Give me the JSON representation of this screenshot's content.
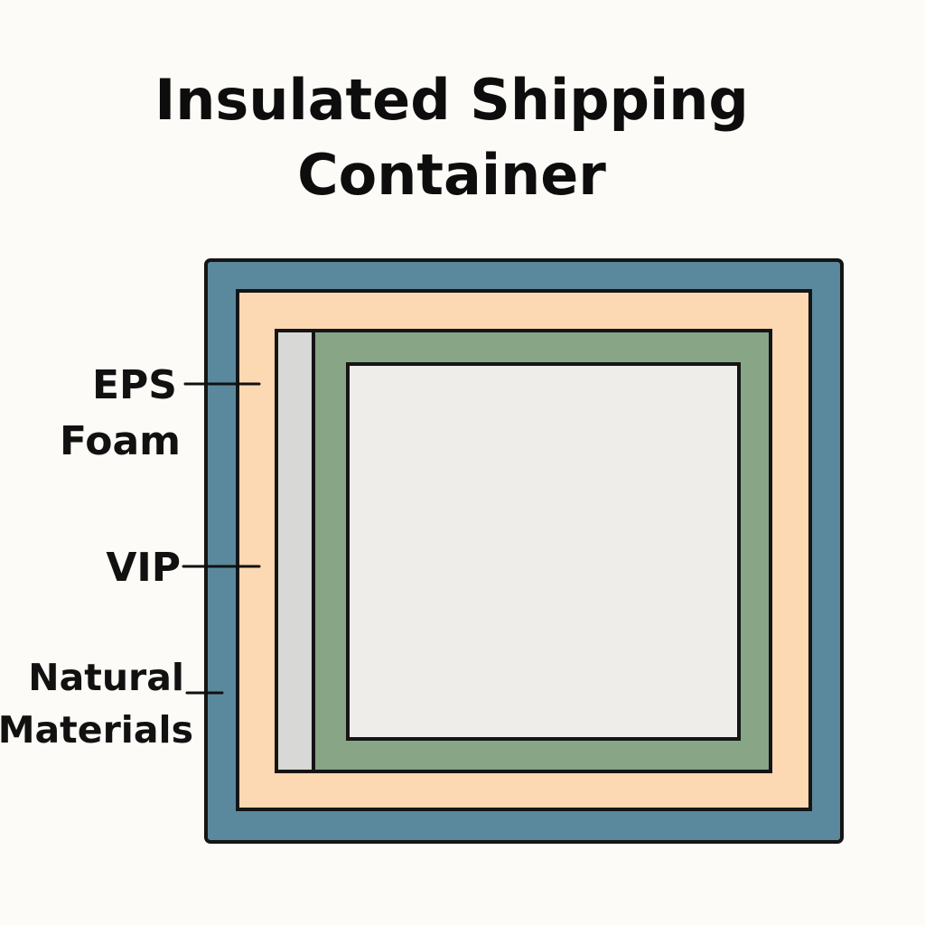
{
  "title": {
    "line1": "Insulated Shipping",
    "line2": "Container"
  },
  "labels": {
    "eps_foam": {
      "line1": "EPS",
      "line2": "Foam"
    },
    "vip": {
      "line1": "VIP"
    },
    "natural_materials": {
      "line1": "Natural",
      "line2": "Materials"
    }
  },
  "colors": {
    "background": "#fcfbf7",
    "outer_shell": "#5a899e",
    "eps_foam_layer": "#fcd8b3",
    "vip_layer": "#d8d8d6",
    "natural_materials_layer": "#88a586",
    "inner_cavity": "#eeedea",
    "outline": "#151515"
  }
}
